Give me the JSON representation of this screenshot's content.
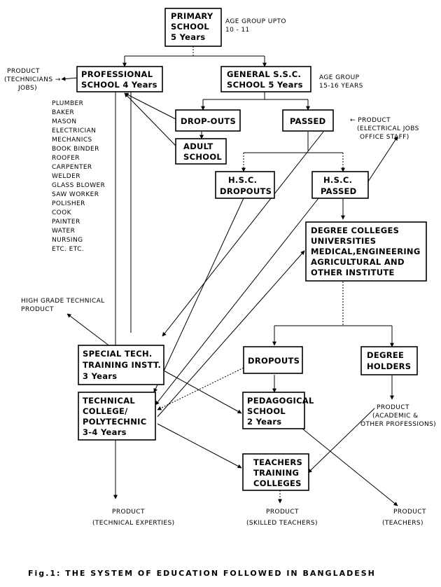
{
  "boxes": {
    "primary": [
      "PRIMARY",
      "SCHOOL",
      "5 Years"
    ],
    "professional": [
      "PROFESSIONAL",
      "SCHOOL 4 Years"
    ],
    "general_ssc": [
      "GENERAL S.S.C.",
      "SCHOOL 5 Years"
    ],
    "dropouts_ssc": [
      "DROP-OUTS"
    ],
    "passed_ssc": [
      "PASSED"
    ],
    "adult": [
      "ADULT",
      "SCHOOL"
    ],
    "hsc_dropouts": [
      "H.S.C.",
      "DROPOUTS"
    ],
    "hsc_passed": [
      "H.S.C.",
      "PASSED"
    ],
    "degree_colleges": [
      "DEGREE COLLEGES",
      "UNIVERSITIES",
      "MEDICAL,ENGINEERING",
      "AGRICULTURAL AND",
      "OTHER INSTITUTE"
    ],
    "special_tech": [
      "SPECIAL TECH.",
      "TRAINING INSTT.",
      "3 Years"
    ],
    "technical_college": [
      "TECHNICAL",
      "COLLEGE/",
      "POLYTECHNIC",
      "3-4 Years"
    ],
    "dropouts_degree": [
      "DROPOUTS"
    ],
    "degree_holders": [
      "DEGREE",
      "HOLDERS"
    ],
    "pedagogical": [
      "PEDAGOGICAL",
      "SCHOOL",
      "2 Years"
    ],
    "teachers_training": [
      "TEACHERS",
      "TRAINING",
      "COLLEGES"
    ]
  },
  "labels": {
    "age_primary": [
      "AGE GROUP UPTO",
      "10 - 11"
    ],
    "age_ssc": [
      "AGE GROUP",
      "15-16 YEARS"
    ],
    "product_technicians": [
      "PRODUCT",
      "(TECHNICIANS →",
      "JOBS)"
    ],
    "product_electrical": [
      "← PRODUCT",
      "(ELECTRICAL JOBS",
      "OFFICE STAFF)"
    ],
    "high_grade": [
      "HIGH GRADE TECHNICAL",
      "PRODUCT"
    ],
    "product_academic": [
      "PRODUCT",
      "(ACADEMIC &",
      "OTHER PROFESSIONS)"
    ],
    "product_technical_experties": [
      "PRODUCT",
      "(TECHNICAL EXPERTIES)"
    ],
    "product_skilled_teachers": [
      "PRODUCT",
      "(SKILLED TEACHERS)"
    ],
    "product_teachers": [
      "PRODUCT",
      "(TEACHERS)"
    ]
  },
  "trades": [
    "PLUMBER",
    "BAKER",
    "MASON",
    "ELECTRICIAN",
    "MECHANICS",
    "BOOK BINDER",
    "ROOFER",
    "CARPENTER",
    "WELDER",
    "GLASS BLOWER",
    "SAW WORKER",
    "POLISHER",
    "COOK",
    "PAINTER",
    "WATER",
    "NURSING",
    "ETC. ETC."
  ],
  "caption": "Fig.1: THE SYSTEM OF EDUCATION FOLLOWED IN BANGLADESH"
}
